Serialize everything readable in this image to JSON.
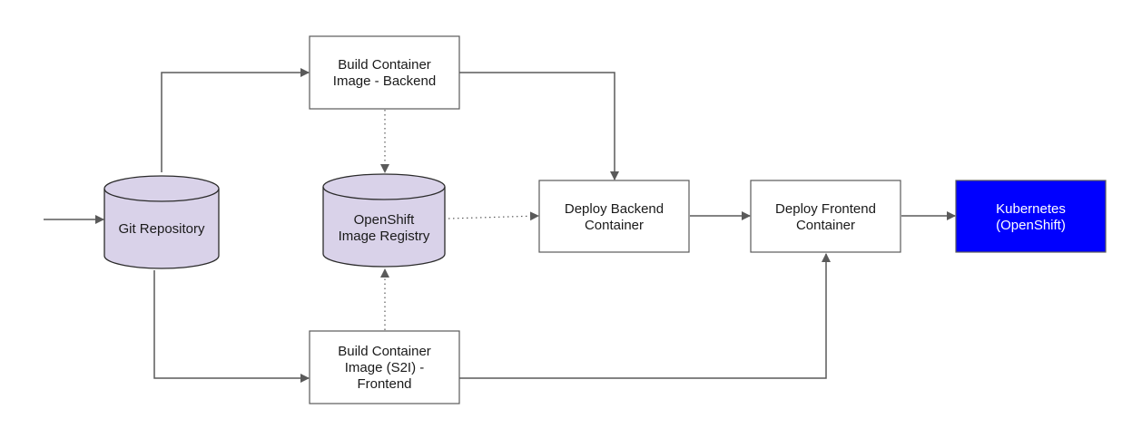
{
  "colors": {
    "database_fill": "#d9d2e9",
    "box_fill": "#ffffff",
    "target_fill": "#0000ff",
    "target_text": "#ffffff",
    "edge": "#5a5a5a"
  },
  "nodes": {
    "git_repository": {
      "lines": [
        "Git Repository"
      ]
    },
    "build_backend": {
      "lines": [
        "Build Container",
        "Image - Backend"
      ]
    },
    "image_registry": {
      "lines": [
        "OpenShift",
        "Image Registry"
      ]
    },
    "build_frontend": {
      "lines": [
        "Build Container",
        "Image (S2I) -",
        "Frontend"
      ]
    },
    "deploy_backend": {
      "lines": [
        "Deploy Backend",
        "Container"
      ]
    },
    "deploy_frontend": {
      "lines": [
        "Deploy Frontend",
        "Container"
      ]
    },
    "kubernetes": {
      "lines": [
        "Kubernetes",
        "(OpenShift)"
      ]
    }
  }
}
